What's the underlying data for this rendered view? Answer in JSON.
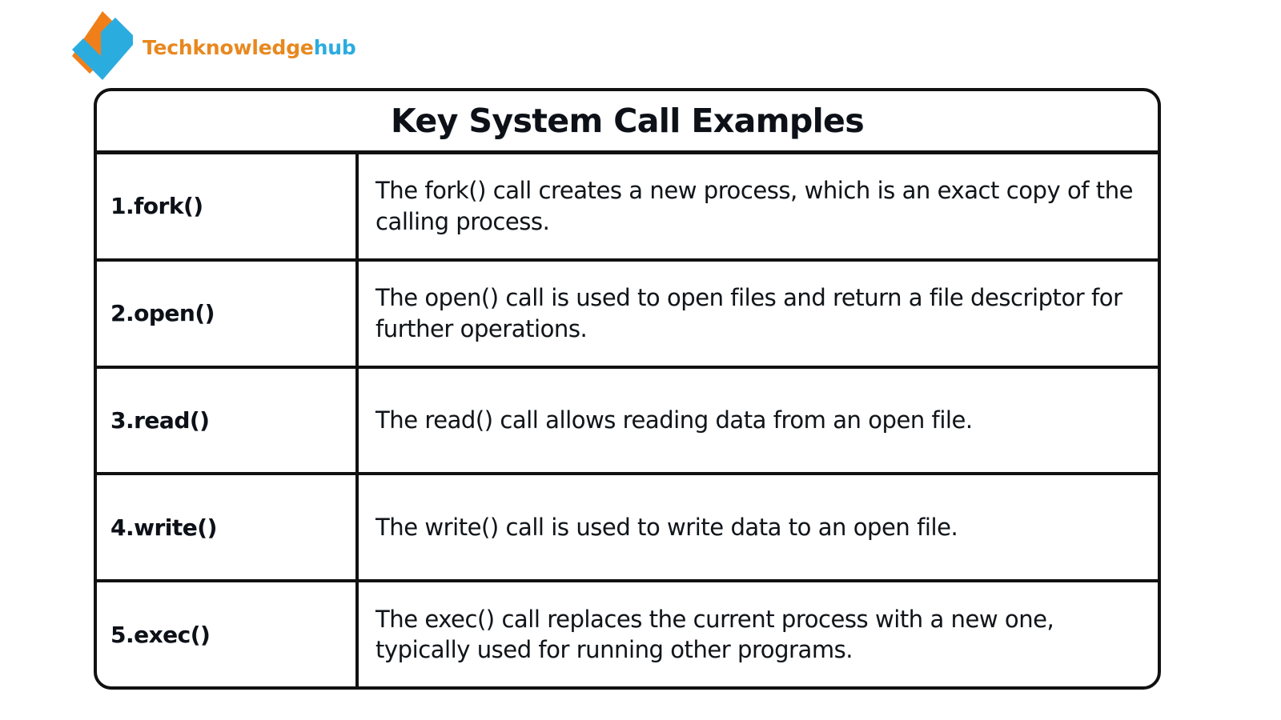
{
  "brand": {
    "logo_icon": "techknowledgehub-diamond-logo",
    "name_part1": "Techknowledge",
    "name_part2": "hub",
    "color_orange": "#e8881f",
    "color_blue": "#2bacdf"
  },
  "table": {
    "title": "Key System Call Examples",
    "border_color": "#111111",
    "rows": [
      {
        "name": "1.fork()",
        "description": "The fork() call creates a new process, which is an exact copy of the calling process."
      },
      {
        "name": "2.open()",
        "description": "The open() call is used to open files and return a file descriptor for further operations."
      },
      {
        "name": "3.read()",
        "description": "The read() call allows reading data from an open file."
      },
      {
        "name": "4.write()",
        "description": "The write() call is used to write data to an open file."
      },
      {
        "name": "5.exec()",
        "description": "The exec() call replaces the current process with a new one, typically used for running other programs."
      }
    ]
  }
}
